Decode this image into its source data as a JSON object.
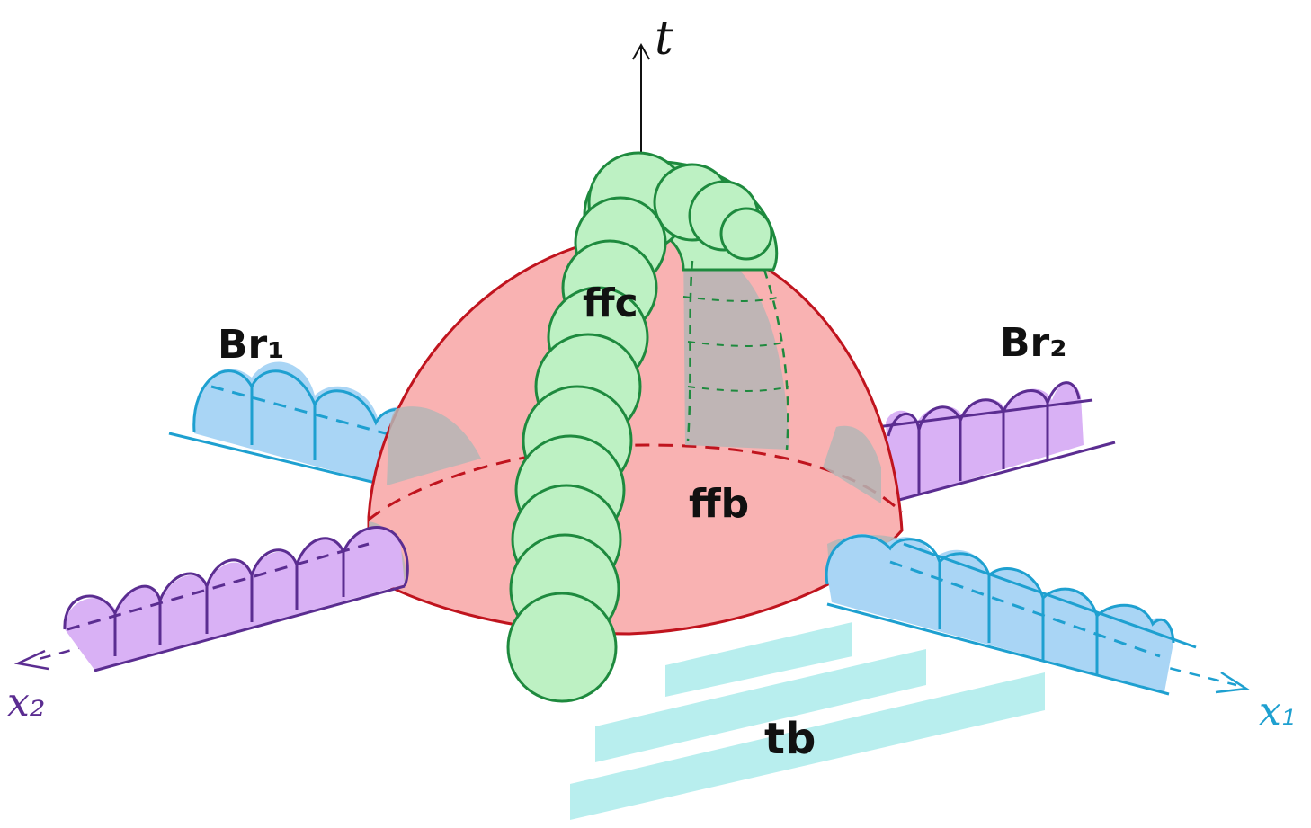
{
  "labels": {
    "t_axis": "t",
    "x1_axis": "x₁",
    "x2_axis": "x₂",
    "br1": "Br₁",
    "br2": "Br₂",
    "ffc": "ffc",
    "ffb": "ffb",
    "tb": "tb"
  },
  "colors": {
    "dome_fill": "#f9b2b2",
    "dome_stroke": "#c0141e",
    "green_fill": "#bdf1c3",
    "green_stroke": "#1e8a3e",
    "blue_fill": "#a9d5f5",
    "blue_stroke": "#1ea0d0",
    "purple_fill": "#d9b1f5",
    "purple_stroke": "#5b2d91",
    "cyan_fill": "#b8eeee",
    "gray_fill": "#b5b5b5",
    "black": "#111111"
  },
  "icons": {
    "t_arrow": "arrow-up-icon",
    "x1_arrow": "arrow-right-icon",
    "x2_arrow": "arrow-left-icon"
  }
}
